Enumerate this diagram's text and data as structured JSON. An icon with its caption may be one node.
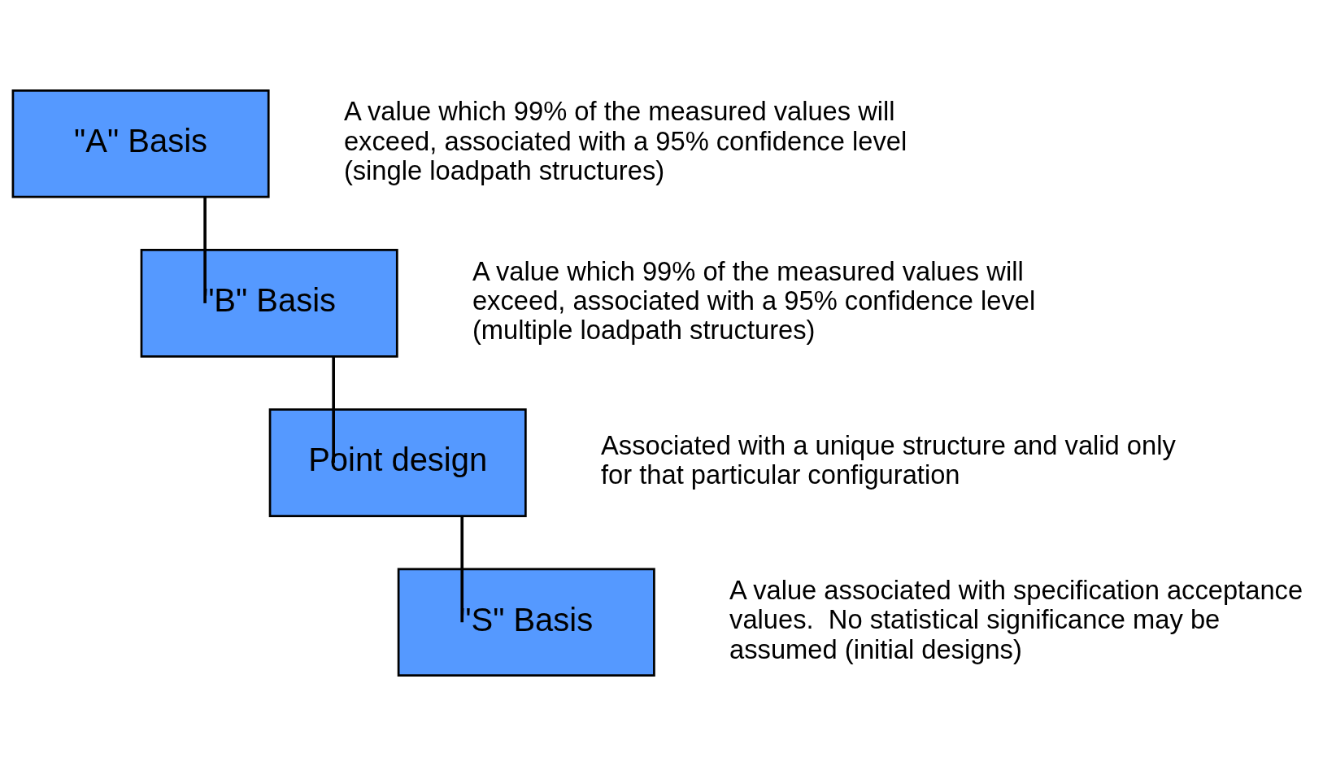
{
  "diagram": {
    "nodes": [
      {
        "text": [
          "\"A\" Basis"
        ],
        "beside": [
          "A value which 99% of the measured values will exceed, associated with a 95% confidence level (single loadpath structures)"
        ]
      },
      {
        "text": [
          "\"B\" Basis"
        ],
        "beside": [
          "A value which 99% of the measured values will exceed, associated with a 95% confidence level (multiple loadpath structures)"
        ]
      },
      {
        "text": [
          "Point design"
        ],
        "beside": [
          "Associated with a unique structure and valid only for that particular configuration"
        ]
      },
      {
        "text": [
          "\"S\" Basis"
        ],
        "beside": [
          "A value associated with specification acceptance values.  No statistical significance may be assumed (initial designs)"
        ]
      }
    ],
    "edges": [
      {
        "from": 0,
        "to": 1,
        "arrow": "none"
      },
      {
        "from": 1,
        "to": 2,
        "arrow": "none"
      },
      {
        "from": 2,
        "to": 3,
        "arrow": "none"
      }
    ]
  }
}
